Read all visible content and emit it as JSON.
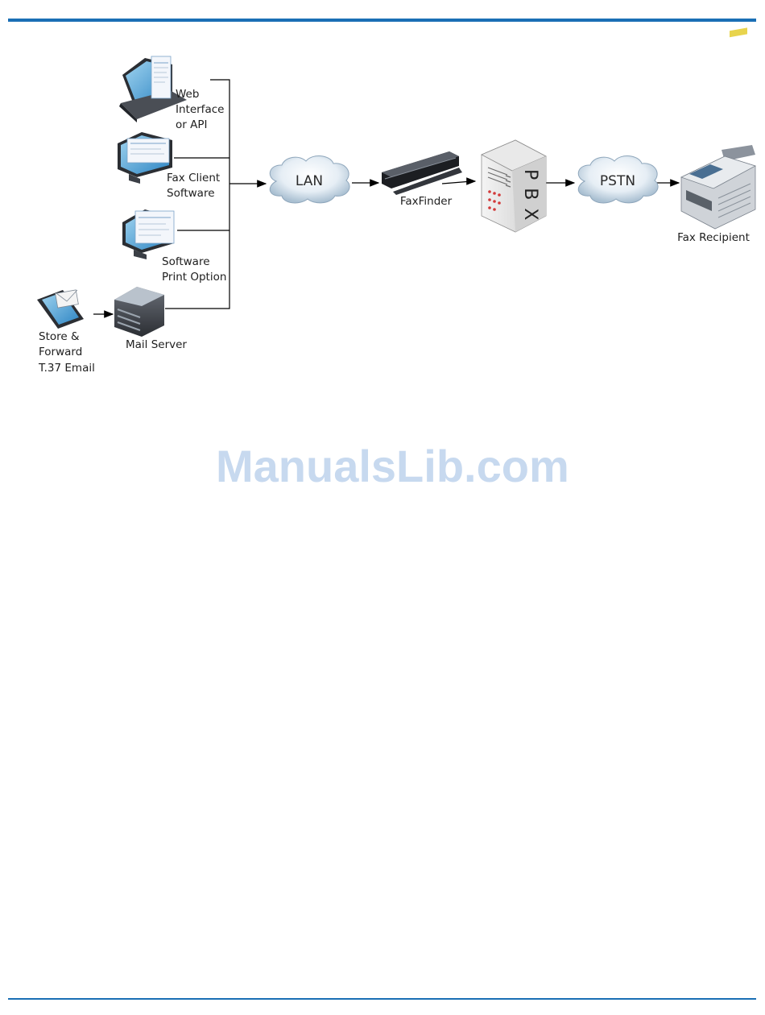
{
  "diagram": {
    "sources": {
      "web": [
        "Web",
        "Interface",
        "or API"
      ],
      "fax_client": [
        "Fax Client",
        "Software"
      ],
      "print_option": [
        "Software",
        "Print Option"
      ],
      "mail_server": "Mail Server",
      "store_forward": [
        "Store &",
        "Forward",
        "T.37 Email"
      ]
    },
    "nodes": {
      "lan": "LAN",
      "faxfinder": "FaxFinder",
      "pbx": "PBX",
      "pstn": "PSTN",
      "fax_recipient": "Fax Recipient"
    }
  },
  "watermark": "ManualsLib.com",
  "colors": {
    "rule": "#1a6fb5",
    "watermark": "#c7d9ef"
  }
}
